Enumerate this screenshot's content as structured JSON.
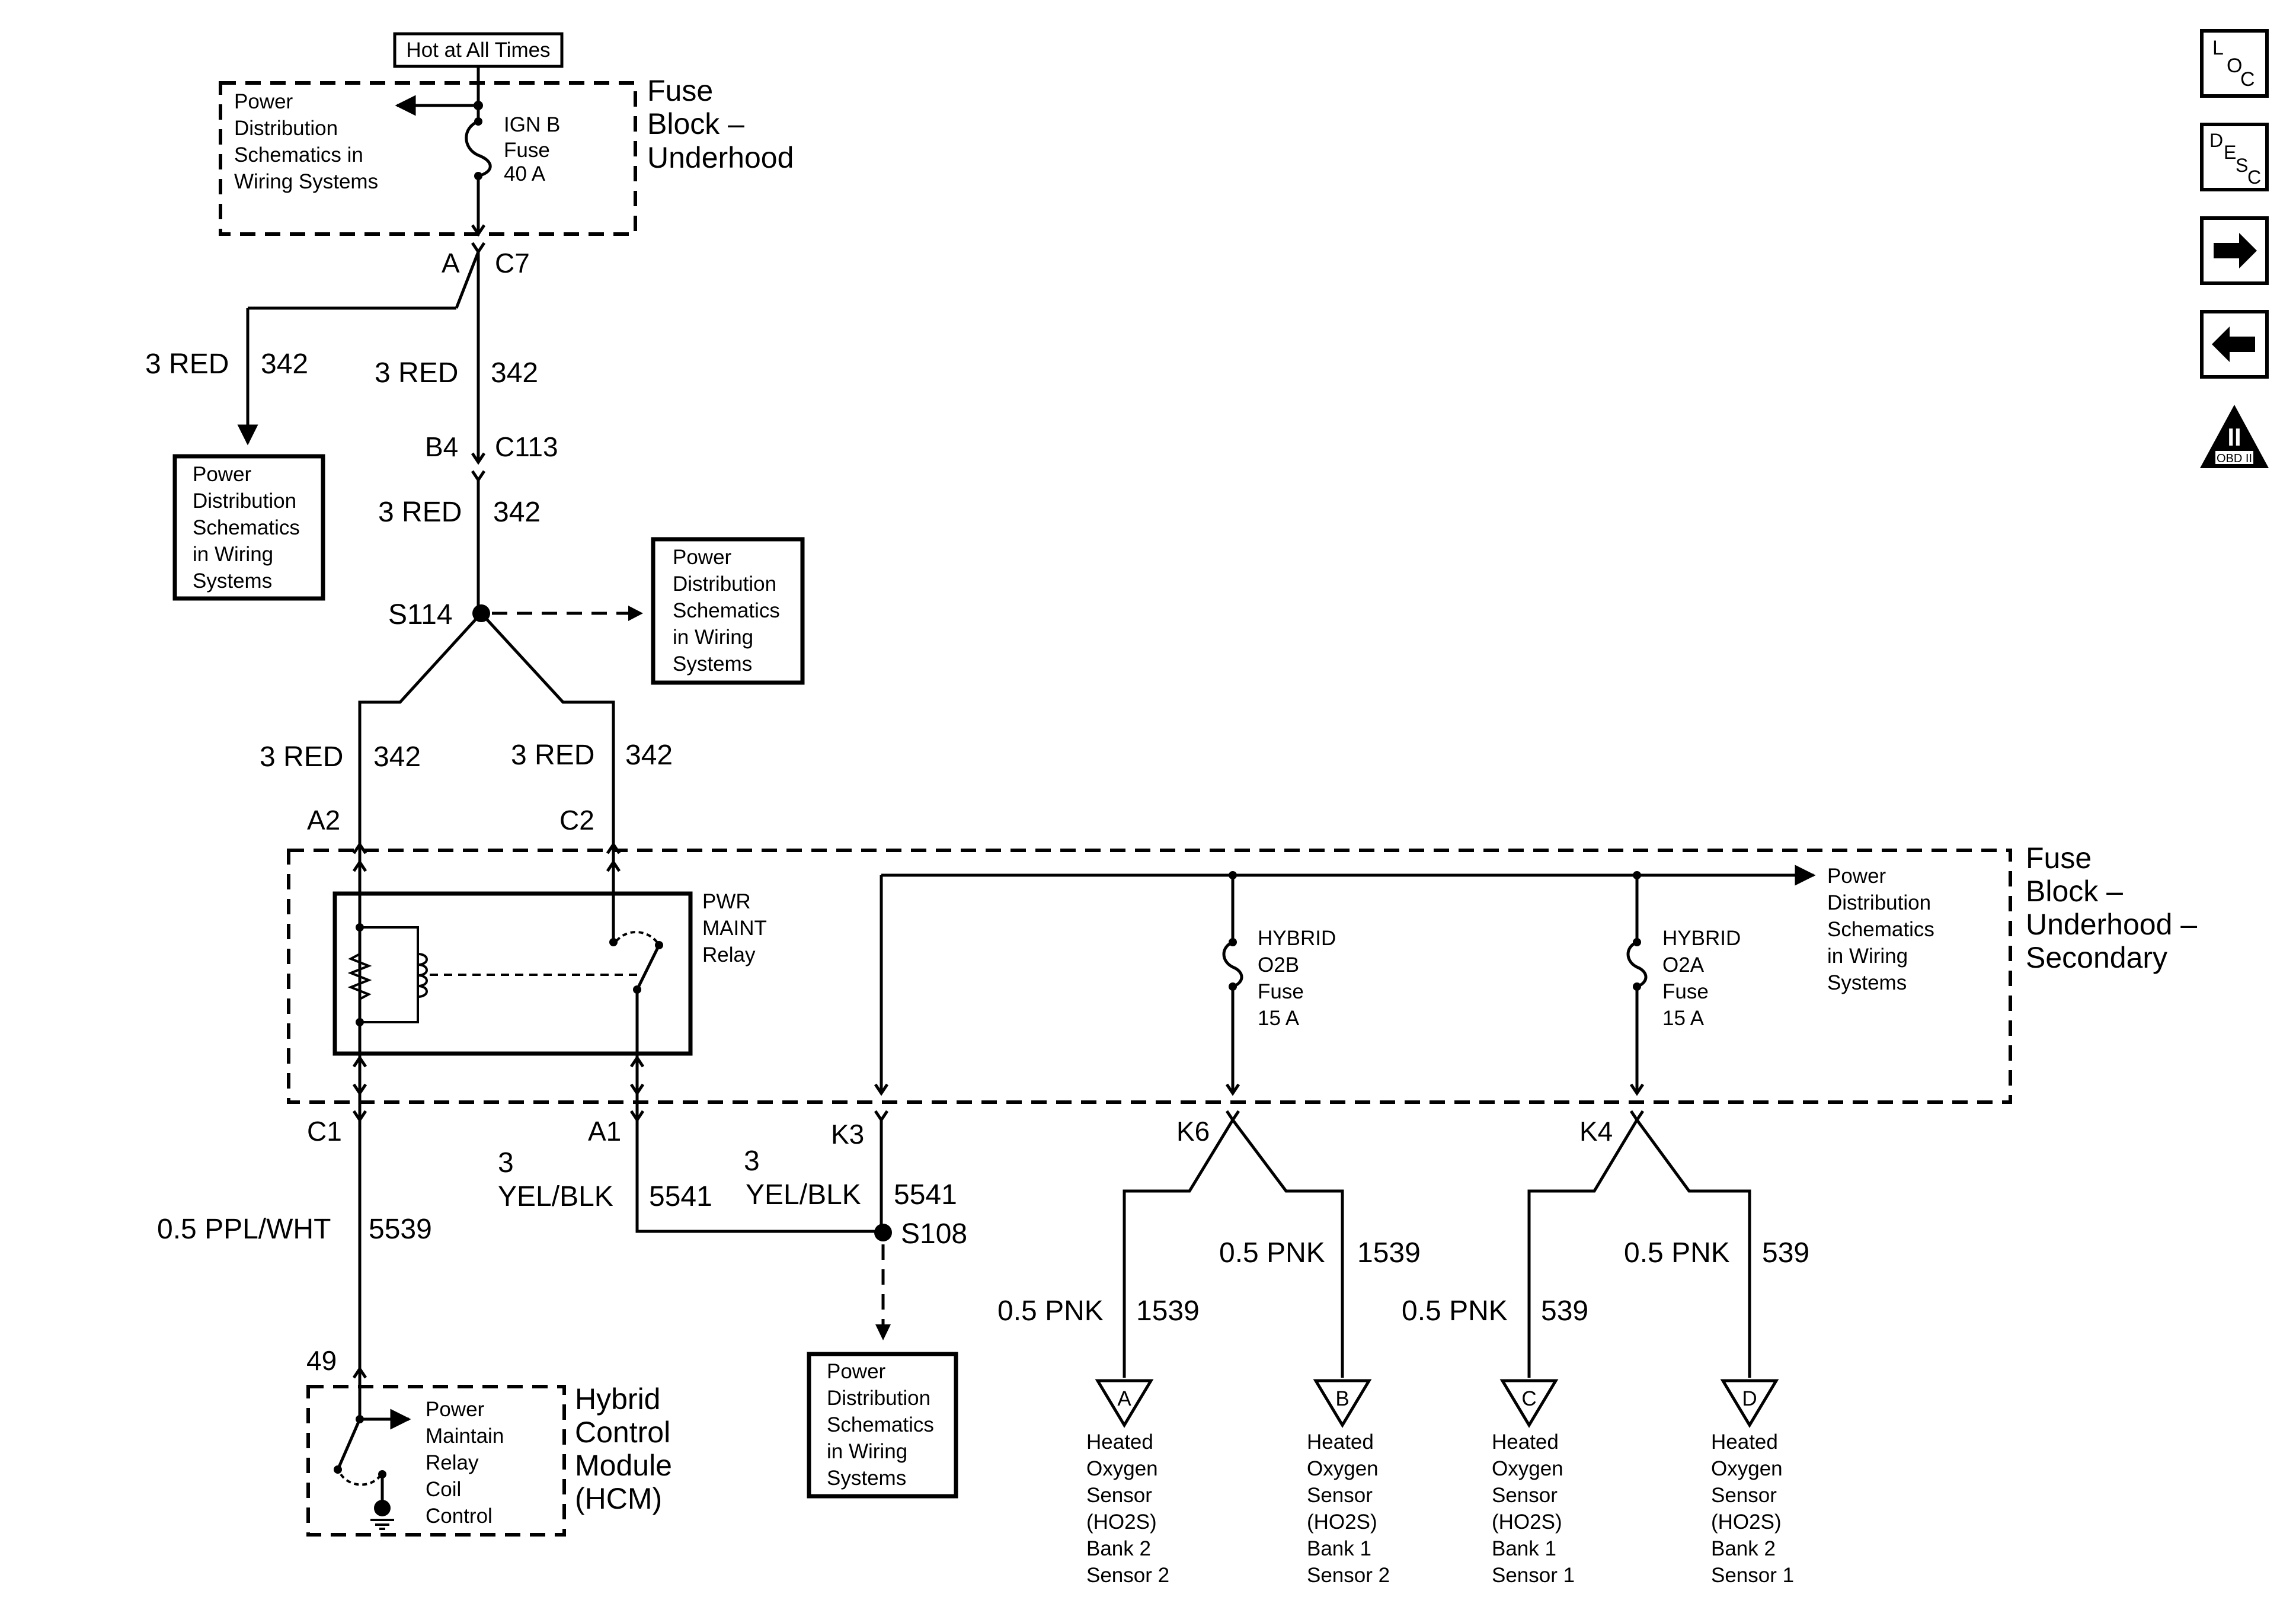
{
  "nav": {
    "loc": [
      "L",
      "O",
      "C"
    ],
    "desc": [
      "D",
      "E",
      "S",
      "C"
    ],
    "obd": {
      "symbol": "II",
      "label": "OBD II"
    }
  },
  "diagram": {
    "hot_label": "Hot at All Times",
    "fuse_block_top": [
      "Fuse",
      "Block –",
      "Underhood"
    ],
    "pd_text": [
      "Power",
      "Distribution",
      "Schematics in",
      "Wiring Systems"
    ],
    "pd_box": [
      "Power",
      "Distribution",
      "Schematics",
      "in Wiring",
      "Systems"
    ],
    "ign_fuse": [
      "IGN B",
      "Fuse",
      "40 A"
    ],
    "conn_a": "A",
    "conn_c7": "C7",
    "wire_3red": "3 RED",
    "wire_342": "342",
    "conn_b4": "B4",
    "conn_c113": "C113",
    "splice_s114": "S114",
    "conn_a2": "A2",
    "conn_c2": "C2",
    "relay": [
      "PWR",
      "MAINT",
      "Relay"
    ],
    "fuse_block_sec": [
      "Fuse",
      "Block –",
      "Underhood –",
      "Secondary"
    ],
    "fuse_o2b": [
      "HYBRID",
      "O2B",
      "Fuse",
      "15 A"
    ],
    "fuse_o2a": [
      "HYBRID",
      "O2A",
      "Fuse",
      "15 A"
    ],
    "conn_c1": "C1",
    "conn_a1": "A1",
    "conn_k3": "K3",
    "conn_k6": "K6",
    "conn_k4": "K4",
    "wire_05ppl": "0.5 PPL/WHT",
    "wire_5539": "5539",
    "wire_3": "3",
    "wire_yelblk": "YEL/BLK",
    "wire_5541": "5541",
    "splice_s108": "S108",
    "wire_05pnk": "0.5 PNK",
    "wire_1539": "1539",
    "wire_539": "539",
    "pin_49": "49",
    "hcm_text": [
      "Power",
      "Maintain",
      "Relay",
      "Coil",
      "Control"
    ],
    "hcm_label": [
      "Hybrid",
      "Control",
      "Module",
      "(HCM)"
    ],
    "sensors": [
      {
        "letter": "A",
        "lines": [
          "Heated",
          "Oxygen",
          "Sensor",
          "(HO2S)",
          "Bank 2",
          "Sensor 2"
        ]
      },
      {
        "letter": "B",
        "lines": [
          "Heated",
          "Oxygen",
          "Sensor",
          "(HO2S)",
          "Bank 1",
          "Sensor 2"
        ]
      },
      {
        "letter": "C",
        "lines": [
          "Heated",
          "Oxygen",
          "Sensor",
          "(HO2S)",
          "Bank 1",
          "Sensor 1"
        ]
      },
      {
        "letter": "D",
        "lines": [
          "Heated",
          "Oxygen",
          "Sensor",
          "(HO2S)",
          "Bank 2",
          "Sensor 1"
        ]
      }
    ]
  }
}
